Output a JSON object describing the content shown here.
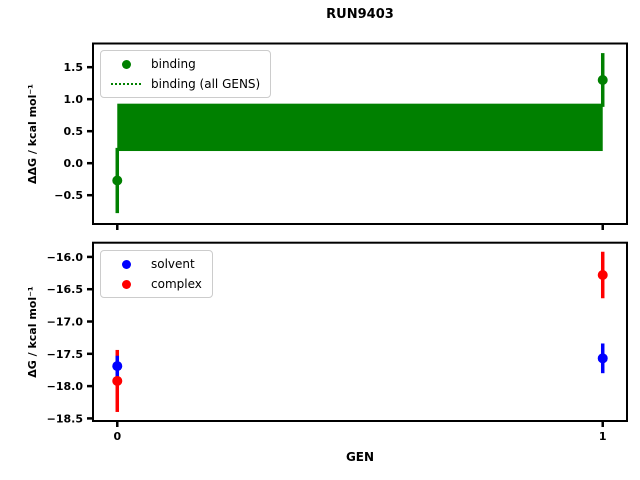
{
  "title": "RUN9403",
  "colors": {
    "binding": "#008000",
    "solvent": "#0000ff",
    "complex": "#ff0000",
    "axis": "#000000"
  },
  "chart_data": [
    {
      "type": "scatter",
      "title": "RUN9403",
      "ylabel": "ΔΔG / kcal mol⁻¹",
      "x": [
        0,
        1
      ],
      "xlim": [
        -0.05,
        1.05
      ],
      "ylim": [
        -0.95,
        1.87
      ],
      "yticks": [
        1.5,
        1.0,
        0.5,
        0.0,
        -0.5
      ],
      "yticklabels": [
        "1.5",
        "1.0",
        "0.5",
        "0.0",
        "−0.5"
      ],
      "xticks": [
        0,
        1
      ],
      "xticklabels": [
        "",
        ""
      ],
      "grid": false,
      "legend_position": "upper left",
      "series": [
        {
          "name": "binding",
          "color": "#008000",
          "marker": "circle",
          "values": [
            -0.27,
            1.3
          ],
          "errors": [
            0.51,
            0.42
          ]
        },
        {
          "name": "binding (all GENS)",
          "color": "#008000",
          "style": "dotted",
          "band_x": [
            0,
            1
          ],
          "band_low": 0.19,
          "band_high": 0.93,
          "band_center": 0.56
        }
      ]
    },
    {
      "type": "scatter",
      "ylabel": "ΔG / kcal mol⁻¹",
      "xlabel": "GEN",
      "x": [
        0,
        1
      ],
      "xlim": [
        -0.05,
        1.05
      ],
      "ylim": [
        -18.54,
        -15.78
      ],
      "yticks": [
        -16.0,
        -16.5,
        -17.0,
        -17.5,
        -18.0,
        -18.5
      ],
      "yticklabels": [
        "−16.0",
        "−16.5",
        "−17.0",
        "−17.5",
        "−18.0",
        "−18.5"
      ],
      "xticks": [
        0,
        1
      ],
      "xticklabels": [
        "0",
        "1"
      ],
      "grid": false,
      "legend_position": "upper left",
      "series": [
        {
          "name": "solvent",
          "color": "#0000ff",
          "marker": "circle",
          "values": [
            -17.69,
            -17.57
          ],
          "errors": [
            0.16,
            0.23
          ]
        },
        {
          "name": "complex",
          "color": "#ff0000",
          "marker": "circle",
          "values": [
            -17.92,
            -16.28
          ],
          "errors": [
            0.48,
            0.36
          ]
        }
      ]
    }
  ]
}
